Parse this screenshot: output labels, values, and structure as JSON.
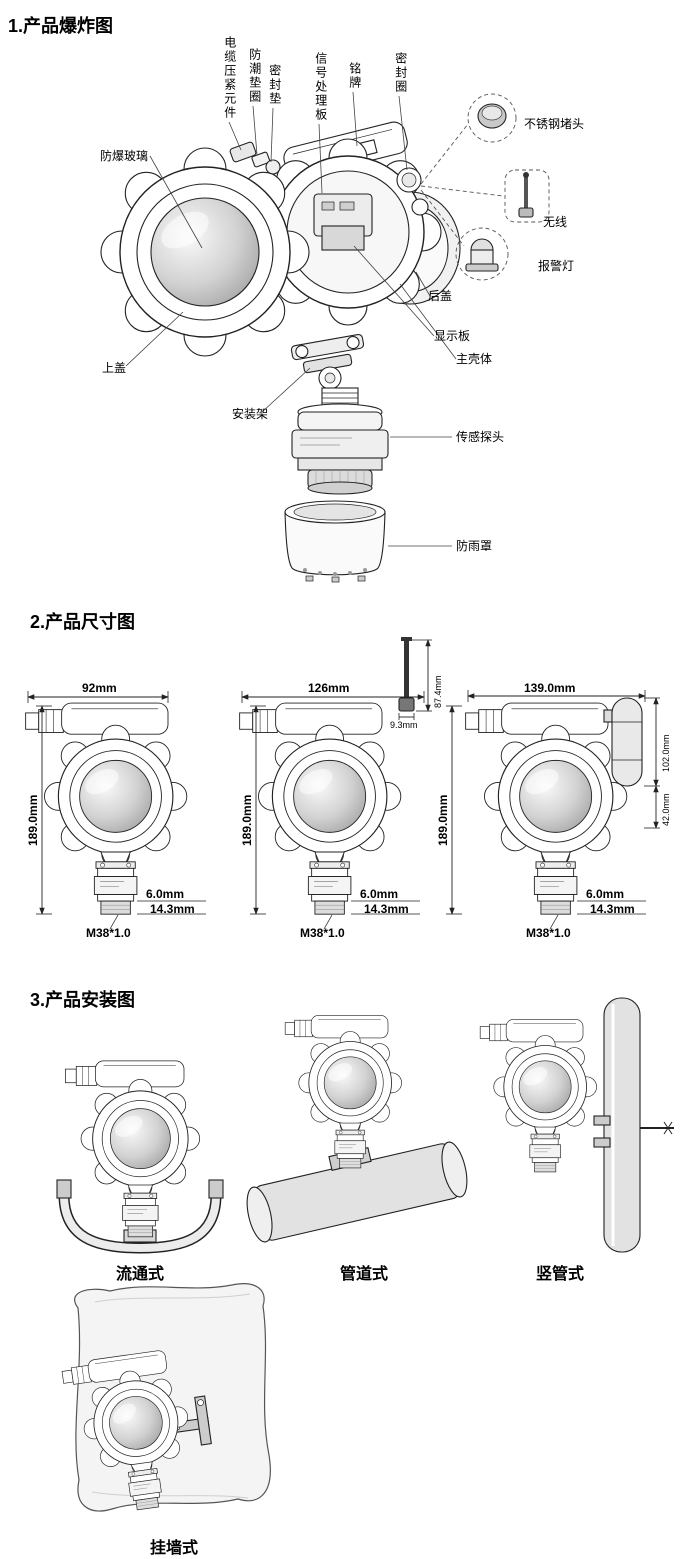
{
  "exploded": {
    "title": "1.产品爆炸图",
    "labels": {
      "cable_gland": "电缆压紧元件",
      "moisture_washer": "防潮垫圈",
      "seal_gasket": "密封垫",
      "signal_board": "信号处理板",
      "nameplate": "铭牌",
      "seal_ring": "密封圈",
      "explosion_proof_glass": "防爆玻璃",
      "stainless_plug": "不锈钢堵头",
      "wireless": "无线",
      "alarm_light": "报警灯",
      "back_cover": "后盖",
      "display_board": "显示板",
      "main_housing": "主壳体",
      "top_cover": "上盖",
      "mounting_bracket": "安装架",
      "sensor_probe": "传感探头",
      "rain_shield": "防雨罩"
    }
  },
  "dimensions": {
    "title": "2.产品尺寸图",
    "views": [
      {
        "width": "92mm",
        "height": "189.0mm",
        "probe_depth": "6.0mm",
        "probe_total": "14.3mm",
        "thread": "M38*1.0"
      },
      {
        "width": "126mm",
        "height": "189.0mm",
        "antenna_height": "87.4mm",
        "antenna_width": "9.3mm",
        "probe_depth": "6.0mm",
        "probe_total": "14.3mm",
        "thread": "M38*1.0"
      },
      {
        "width": "139.0mm",
        "height": "189.0mm",
        "side_height": "102.0mm",
        "side_width": "42.0mm",
        "probe_depth": "6.0mm",
        "probe_total": "14.3mm",
        "thread": "M38*1.0"
      }
    ]
  },
  "installation": {
    "title": "3.产品安装图",
    "types": [
      {
        "label": "流通式"
      },
      {
        "label": "管道式"
      },
      {
        "label": "竖管式"
      },
      {
        "label": "挂墙式"
      }
    ]
  },
  "colors": {
    "line": "#222222",
    "glass": "#bdbdbd",
    "metal": "#e4e4e4"
  }
}
